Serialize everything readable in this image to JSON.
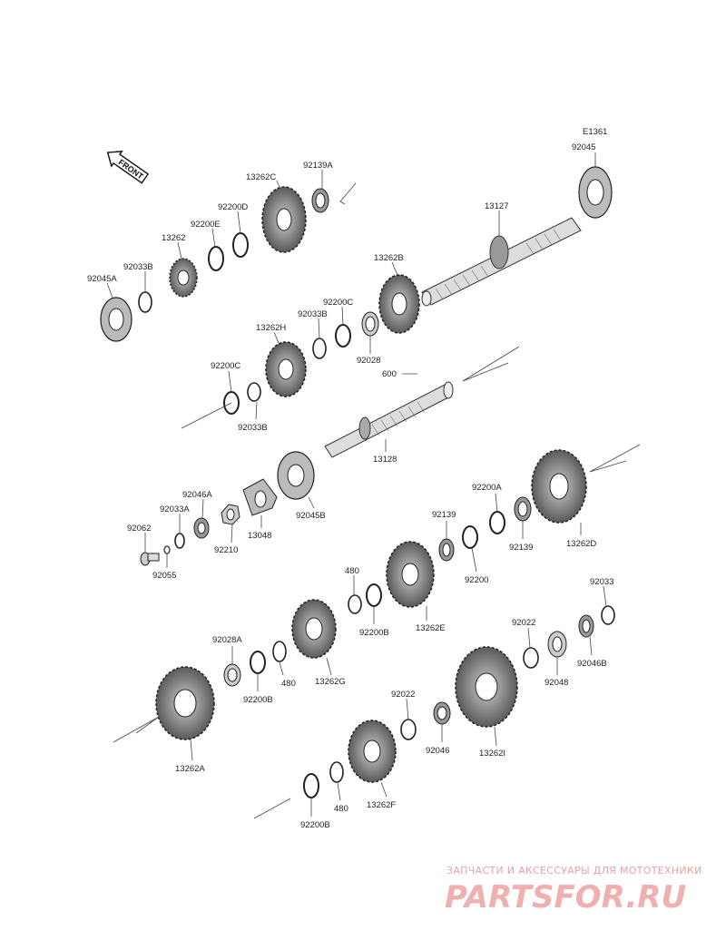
{
  "diagram": {
    "ref_code": "E1361",
    "front_label": "FRONT"
  },
  "watermark": {
    "tagline": "ЗАПЧАСТИ И АКСЕССУАРЫ ДЛЯ МОТОТЕХНИКИ",
    "brand": "PARTSFOR.RU"
  },
  "parts": {
    "p92045": "92045",
    "p13127": "13127",
    "p92139A": "92139A",
    "p13262C": "13262C",
    "p92200D": "92200D",
    "p92200E": "92200E",
    "p13262": "13262",
    "p92033B_top": "92033B",
    "p92045A": "92045A",
    "p13262B": "13262B",
    "p92200C_top": "92200C",
    "p92033B_mid": "92033B",
    "p13262H": "13262H",
    "p92028": "92028",
    "p600": "600",
    "p92200C_left": "92200C",
    "p92033B_low": "92033B",
    "p13128": "13128",
    "p92046A": "92046A",
    "p92033A": "92033A",
    "p92062": "92062",
    "p92055": "92055",
    "p92210": "92210",
    "p13048": "13048",
    "p92045B": "92045B",
    "p92200A": "92200A",
    "p92139_a": "92139",
    "p92139_b": "92139",
    "p92200": "92200",
    "p13262D": "13262D",
    "p480_a": "480",
    "p92200B_a": "92200B",
    "p13262E": "13262E",
    "p92033": "92033",
    "p92022_a": "92022",
    "p92048": "92048",
    "p92046B": "92046B",
    "p92028A": "92028A",
    "p92200B_b": "92200B",
    "p480_b": "480",
    "p13262G": "13262G",
    "p92022_b": "92022",
    "p92046": "92046",
    "p13262I": "13262I",
    "p13262A": "13262A",
    "p480_c": "480",
    "p92200B_c": "92200B",
    "p13262F": "13262F"
  }
}
